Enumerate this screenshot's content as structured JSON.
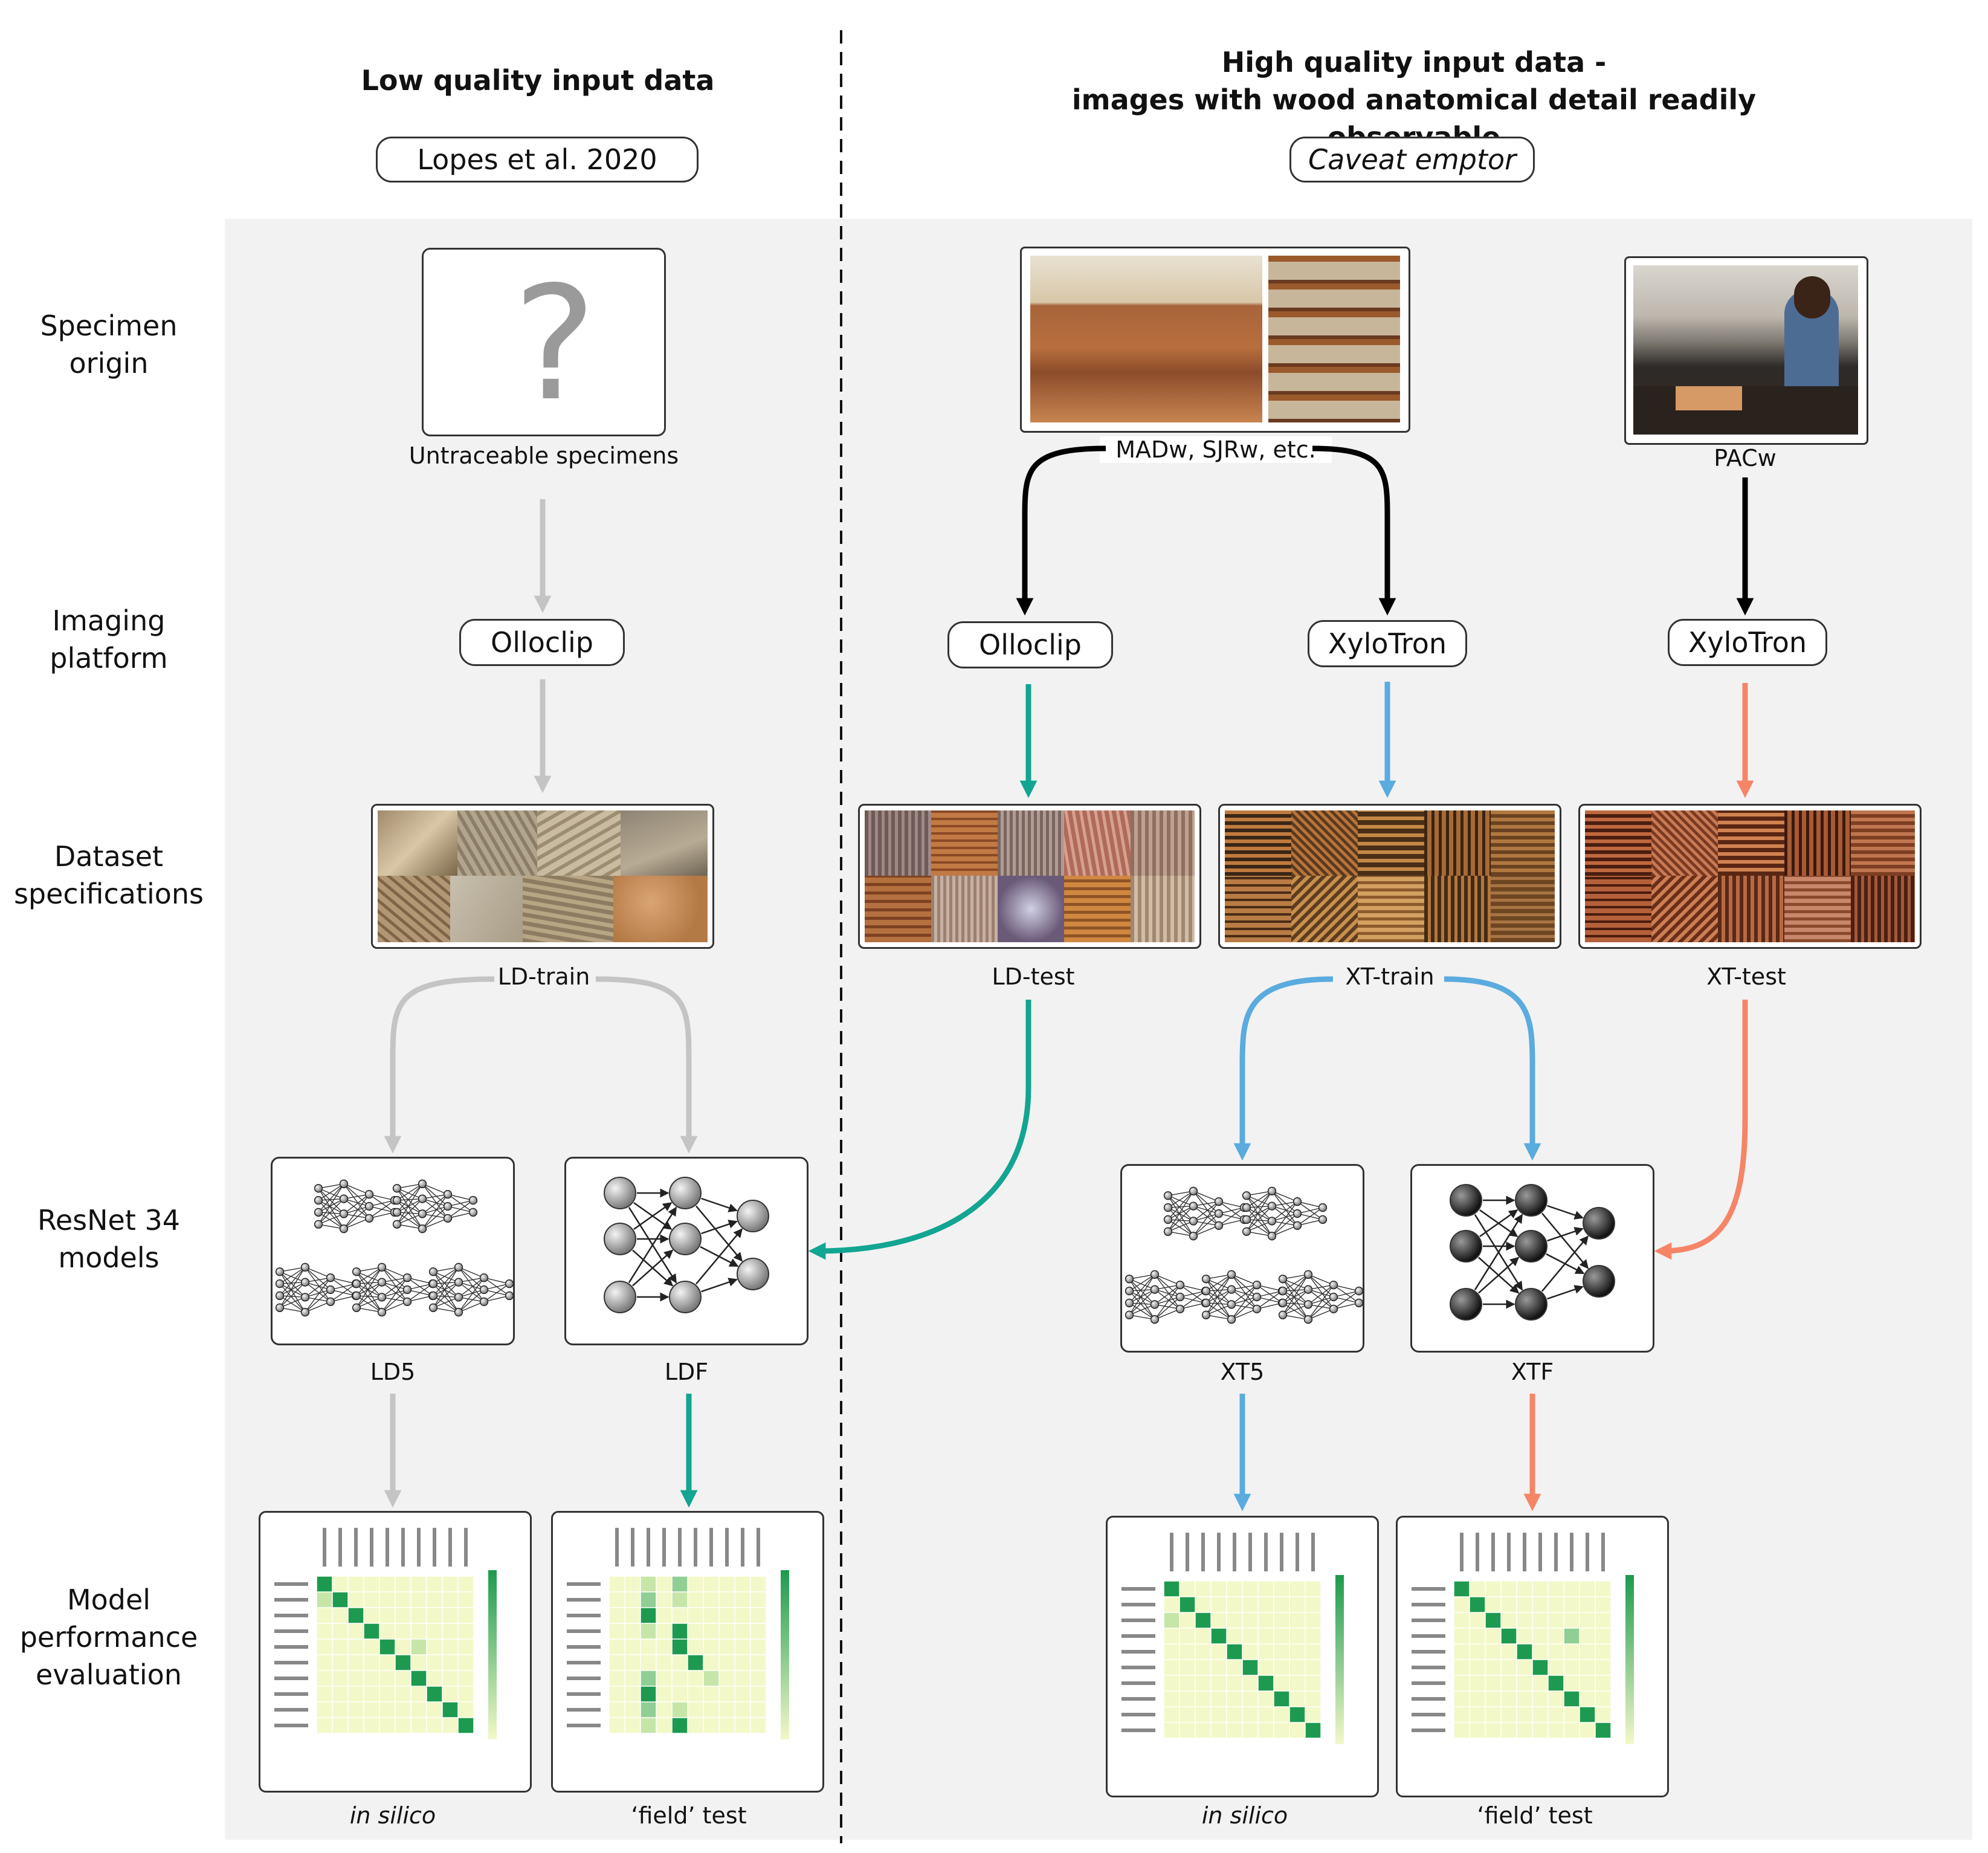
{
  "headers": {
    "left": "Low quality input data",
    "right_line1": "High quality input data -",
    "right_line2": "images with wood anatomical detail readily observable"
  },
  "tags": {
    "left": "Lopes et al. 2020",
    "right": "Caveat emptor"
  },
  "row_labels": {
    "origin": [
      "Specimen",
      "origin"
    ],
    "imaging": [
      "Imaging",
      "platform"
    ],
    "dataset": [
      "Dataset",
      "specifications"
    ],
    "models": [
      "ResNet 34",
      "models"
    ],
    "evaluation": [
      "Model",
      "performance",
      "evaluation"
    ]
  },
  "specimens": {
    "untraceable": "Untraceable specimens",
    "collections": "MADw, SJRw, etc.",
    "pacw": "PACw"
  },
  "platforms": {
    "left": "Olloclip",
    "mid_left": "Olloclip",
    "mid_right": "XyloTron",
    "right": "XyloTron"
  },
  "datasets": {
    "ld_train": "LD-train",
    "ld_test": "LD-test",
    "xt_train": "XT-train",
    "xt_test": "XT-test"
  },
  "models": {
    "ld5": "LD5",
    "ldf": "LDF",
    "xt5": "XT5",
    "xtf": "XTF"
  },
  "evaluations": {
    "ld_insilico": "in silico",
    "ld_field": "‘field’ test",
    "xt_insilico": "in silico",
    "xt_field": "‘field’ test"
  },
  "colors": {
    "gray": "#c4c4c4",
    "teal": "#12a592",
    "blue": "#5aabde",
    "orange": "#f58566",
    "black": "#000000",
    "panel": "#f2f2f2",
    "matrix_bg": "#f3f8c8",
    "matrix_dark": "#1d9a4f"
  }
}
